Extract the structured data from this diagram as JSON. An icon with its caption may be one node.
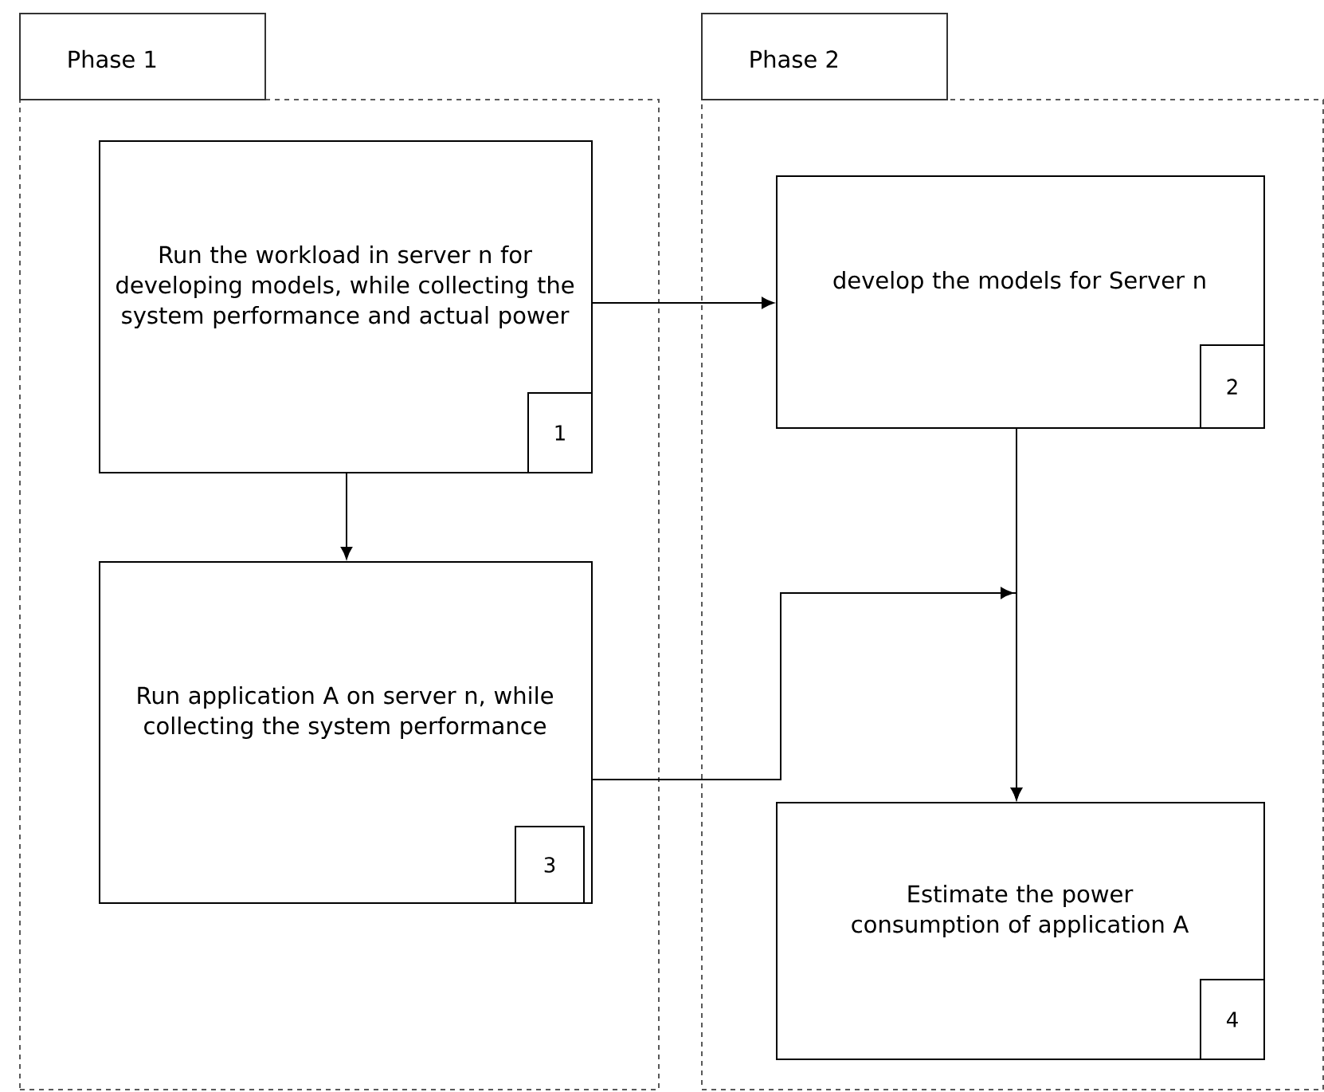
{
  "diagram": {
    "nodes": [
      {
        "text": [
          "Phase 1"
        ]
      },
      {
        "text": [
          "Run the workload in server n for developing models, while collecting the system performance and actual power"
        ],
        "in": 0
      },
      {
        "text": [
          "1"
        ],
        "in": 1
      },
      {
        "text": [
          "Run application A on server n, while collecting the system performance"
        ],
        "in": 0
      },
      {
        "text": [
          "3"
        ],
        "in": 3
      },
      {
        "text": [
          "Phase 2"
        ]
      },
      {
        "text": [
          "develop the models for Server n"
        ],
        "in": 5
      },
      {
        "text": [
          "2"
        ],
        "in": 6
      },
      {
        "text": [
          "Estimate the power consumption of application A"
        ],
        "in": 5
      },
      {
        "text": [
          "4"
        ],
        "in": 8
      }
    ],
    "edges": [
      {
        "from": 1,
        "to": 6,
        "arrow": "to"
      },
      {
        "from": 1,
        "to": 3,
        "arrow": "to"
      },
      {
        "from": 6,
        "to": 8,
        "arrow": "to"
      },
      {
        "from": 3,
        "to": 8,
        "arrow": "to"
      }
    ]
  }
}
